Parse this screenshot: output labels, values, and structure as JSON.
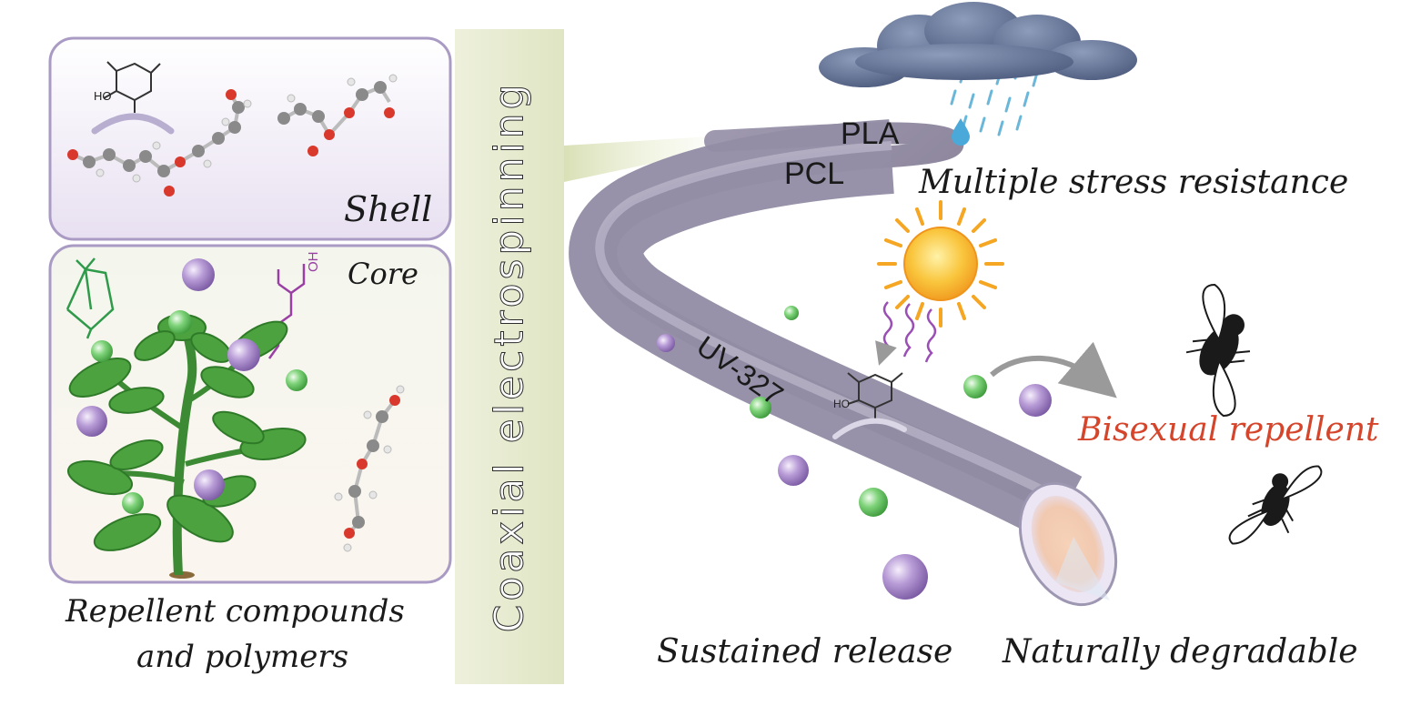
{
  "panel_shell": {
    "label": "Shell"
  },
  "panel_core": {
    "label": "Core"
  },
  "left_caption": {
    "line1": "Repellent compounds",
    "line2": "and polymers"
  },
  "process_label": "Coaxial electrospinning",
  "fiber": {
    "outer_label": "PLA",
    "inner_label": "PCL",
    "additive_label": "UV-327"
  },
  "chem_labels": {
    "ho": "HO",
    "oh": "OH"
  },
  "features": {
    "stress": "Multiple stress resistance",
    "release": "Sustained release",
    "degradable": "Naturally degradable",
    "repellent": "Bisexual repellent"
  },
  "colors": {
    "panel_border": "#a99bc4",
    "panel_fill_top": "#ffffff",
    "panel_fill_bottom": "#e9e2f2",
    "band": "#e4e9cc",
    "fiber": "#7d7690",
    "accent_red": "#d4452b",
    "sphere_purple": "#a88cc8",
    "sphere_green": "#6fc56a",
    "sun": "#f5a623",
    "cloud": "#5f6f92",
    "rain": "#6bb7d9"
  }
}
